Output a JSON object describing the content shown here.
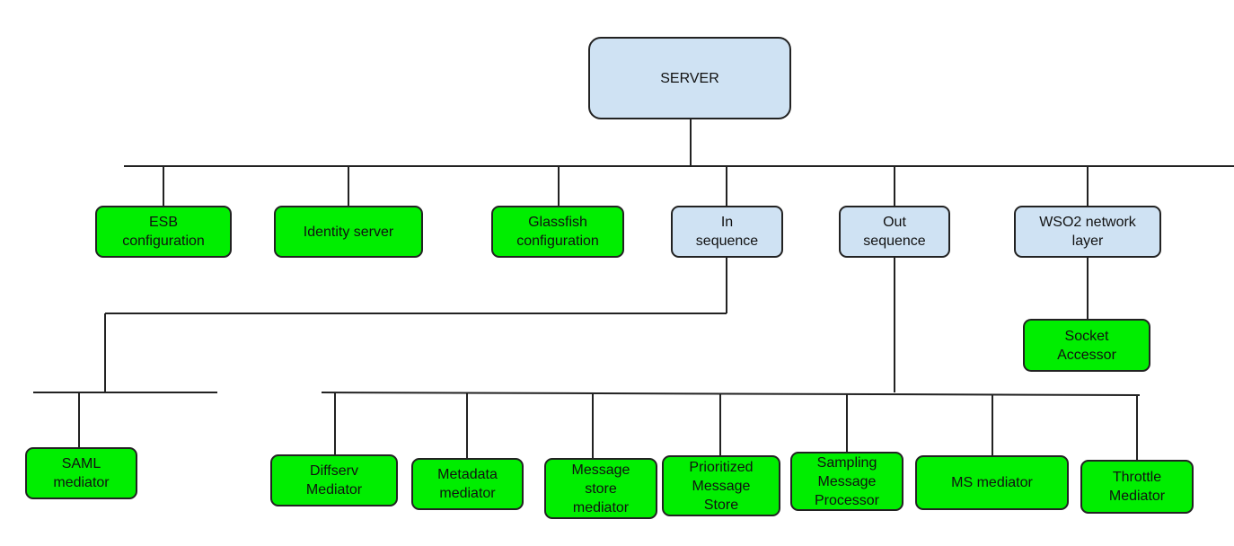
{
  "diagram": {
    "root": {
      "label": "SERVER"
    },
    "level1": [
      {
        "label": "ESB\nconfiguration"
      },
      {
        "label": "Identity server"
      },
      {
        "label": "Glassfish\nconfiguration"
      },
      {
        "label": "In\nsequence"
      },
      {
        "label": "Out\nsequence"
      },
      {
        "label": "WSO2 network\nlayer"
      }
    ],
    "in_sequence_children": [
      {
        "label": "SAML\nmediator"
      }
    ],
    "out_sequence_children": [
      {
        "label": "Diffserv\nMediator"
      },
      {
        "label": "Metadata\nmediator"
      },
      {
        "label": "Message\nstore\nmediator"
      },
      {
        "label": "Prioritized\nMessage\nStore"
      },
      {
        "label": "Sampling\nMessage\nProcessor"
      },
      {
        "label": "MS mediator"
      },
      {
        "label": "Throttle\nMediator"
      }
    ],
    "wso2_children": [
      {
        "label": "Socket\nAccessor"
      }
    ],
    "colors": {
      "leaf_node": "#00ee00",
      "group_node": "#cfe2f3",
      "connector": "#222222"
    }
  }
}
